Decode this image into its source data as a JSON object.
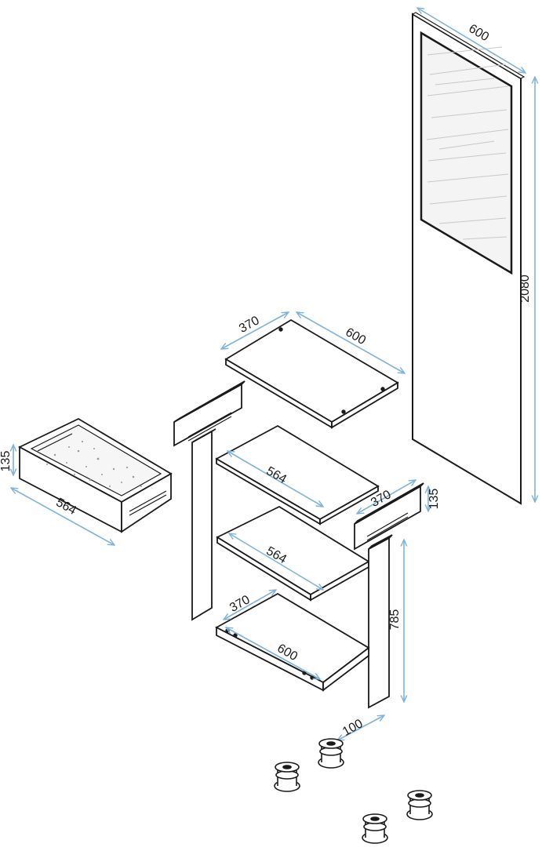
{
  "colors": {
    "outline": "#1a1a1a",
    "dimension": "#7fb3d8",
    "panel": "#ffffff",
    "mirror": "#f2f2f2"
  },
  "dimensions": {
    "mirror_width": "600",
    "mirror_height": "2080",
    "top_depth": "370",
    "top_width": "600",
    "drawer_height": "135",
    "drawer_width": "564",
    "shelf_upper": "564",
    "shelf_middle": "564",
    "side_panel_depth": "370",
    "side_panel_height": "135",
    "bottom_depth": "370",
    "bottom_width": "600",
    "leg_height": "785",
    "foot_offset": "100"
  }
}
